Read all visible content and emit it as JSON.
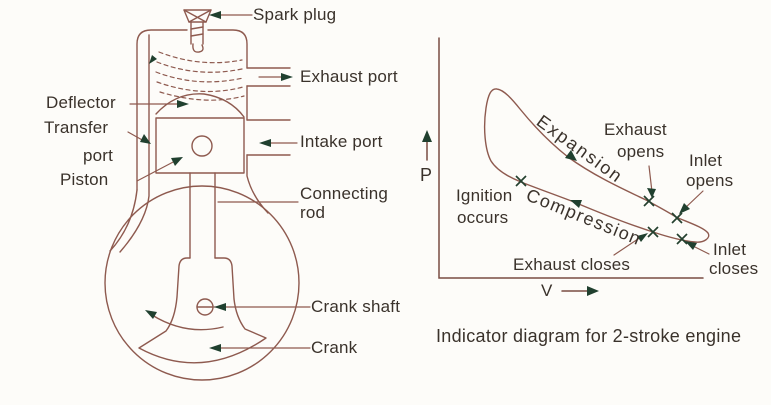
{
  "figure": {
    "background": "#fdfcf9",
    "ink_color": "#8e5a4f",
    "text_color": "#3a322b",
    "marker_color": "#20402f"
  },
  "engine": {
    "labels": {
      "spark_plug": "Spark plug",
      "exhaust_port": "Exhaust port",
      "deflector": "Deflector",
      "transfer_line1": "Transfer",
      "transfer_line2": "port",
      "piston": "Piston",
      "intake_port": "Intake port",
      "connecting_line1": "Connecting",
      "connecting_line2": "rod",
      "crank_shaft": "Crank shaft",
      "crank": "Crank"
    }
  },
  "pv": {
    "axis_p": "P",
    "axis_v": "V",
    "expansion": "Expansion",
    "compression": "Compression",
    "ignition_line1": "Ignition",
    "ignition_line2": "occurs",
    "exhaust_opens_line1": "Exhaust",
    "exhaust_opens_line2": "opens",
    "inlet_opens_line1": "Inlet",
    "inlet_opens_line2": "opens",
    "inlet_closes_line1": "Inlet",
    "inlet_closes_line2": "closes",
    "exhaust_closes": "Exhaust closes",
    "caption": "Indicator diagram for 2-stroke engine",
    "cycle_events": [
      "Ignition occurs",
      "Exhaust opens",
      "Inlet opens",
      "Inlet closes",
      "Exhaust closes"
    ]
  }
}
